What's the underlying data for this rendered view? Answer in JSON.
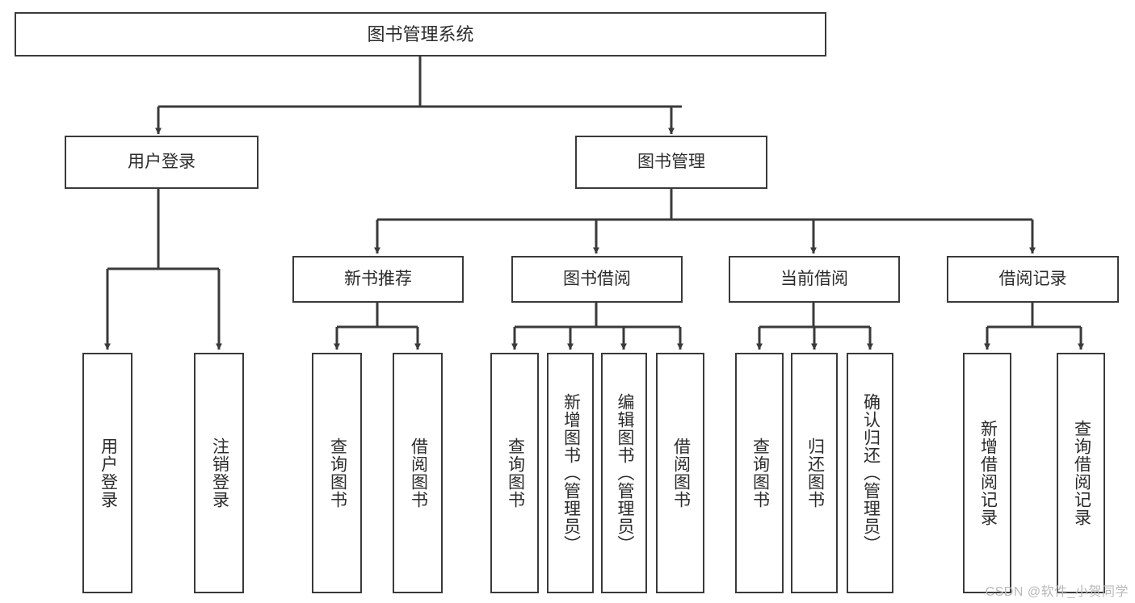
{
  "diagram": {
    "title": "图书管理系统",
    "colors": {
      "background": "#ffffff",
      "border": "#3a3a3a",
      "text": "#2b2b2b",
      "watermark": "#b9b9b9"
    },
    "root": {
      "label": "图书管理系统"
    },
    "level2": [
      {
        "label": "用户登录"
      },
      {
        "label": "图书管理"
      }
    ],
    "level3": [
      {
        "label": "新书推荐"
      },
      {
        "label": "图书借阅"
      },
      {
        "label": "当前借阅"
      },
      {
        "label": "借阅记录"
      }
    ],
    "leaves": {
      "user_login": [
        {
          "label": "用户登录"
        },
        {
          "label": "注销登录"
        }
      ],
      "new_book_recommend": [
        {
          "label": "查询图书"
        },
        {
          "label": "借阅图书"
        }
      ],
      "book_borrow": [
        {
          "label": "查询图书"
        },
        {
          "label": "新增图书（管理员）"
        },
        {
          "label": "编辑图书（管理员）"
        },
        {
          "label": "借阅图书"
        }
      ],
      "current_borrow": [
        {
          "label": "查询图书"
        },
        {
          "label": "归还图书"
        },
        {
          "label": "确认归还（管理员）"
        }
      ],
      "borrow_record": [
        {
          "label": "新增借阅记录"
        },
        {
          "label": "查询借阅记录"
        }
      ]
    },
    "watermark": "CSDN @软件_小贺同学"
  }
}
